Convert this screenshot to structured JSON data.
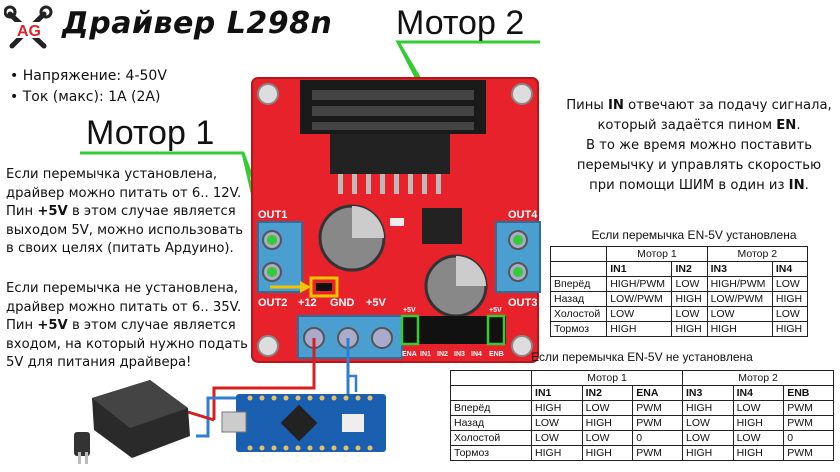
{
  "logo": {
    "text": "AG"
  },
  "title": "Драйвер L298n",
  "specs": [
    "Напряжение: 4-50V",
    "Ток (макс): 1А (2А)"
  ],
  "motor1_label": "Мотор 1",
  "motor2_label": "Мотор 2",
  "note_jumper_on": {
    "line1": "Если перемычка установлена,",
    "line2": "драйвер можно питать от 6.. 12V.",
    "line3_a": "Пин ",
    "line3_b": "+5V",
    "line3_c": " в этом случае является",
    "line4": "выходом 5V, можно использовать",
    "line5": "в своих целях (питать Ардуино)."
  },
  "note_jumper_off": {
    "line1": "Если перемычка не установлена,",
    "line2": "драйвер можно питать от 6.. 35V.",
    "line3_a": "Пин ",
    "line3_b": "+5V",
    "line3_c": " в этом случае является",
    "line4": "входом, на который нужно подать",
    "line5": "5V для питания драйвера!"
  },
  "pins_note": {
    "l1_a": "Пины ",
    "l1_b": "IN",
    "l1_c": " отвечают за подачу сигнала,",
    "l2_a": "который задаётся пином ",
    "l2_b": "EN",
    "l2_c": ".",
    "l3": "В то же время можно поставить",
    "l4": "перемычку и управлять скоростью",
    "l5_a": "при помощи ШИМ в один из ",
    "l5_b": "IN",
    "l5_c": "."
  },
  "board_labels": {
    "out1": "OUT1",
    "out2": "OUT2",
    "out3": "OUT3",
    "out4": "OUT4",
    "v12": "+12",
    "gnd": "GND",
    "v5": "+5V",
    "ena": "ENA",
    "in1": "IN1",
    "in2": "IN2",
    "in3": "IN3",
    "in4": "IN4",
    "enb": "ENB",
    "ena_5v": "+5V",
    "enb_5v": "+5V"
  },
  "table1": {
    "caption": "Если перемычка EN-5V установлена",
    "group_headers": [
      "Мотор 1",
      "Мотор 2"
    ],
    "col_headers": [
      "IN1",
      "IN2",
      "IN3",
      "IN4"
    ],
    "rows": [
      {
        "label": "Вперёд",
        "cells": [
          "HIGH/PWM",
          "LOW",
          "HIGH/PWM",
          "LOW"
        ]
      },
      {
        "label": "Назад",
        "cells": [
          "LOW/PWM",
          "HIGH",
          "LOW/PWM",
          "HIGH"
        ]
      },
      {
        "label": "Холостой",
        "cells": [
          "LOW",
          "LOW",
          "LOW",
          "LOW"
        ]
      },
      {
        "label": "Тормоз",
        "cells": [
          "HIGH",
          "HIGH",
          "HIGH",
          "HIGH"
        ]
      }
    ]
  },
  "table2": {
    "caption": "Если перемычка EN-5V не установлена",
    "group_headers": [
      "Мотор 1",
      "Мотор 2"
    ],
    "col_headers": [
      "IN1",
      "IN2",
      "ENA",
      "IN3",
      "IN4",
      "ENB"
    ],
    "rows": [
      {
        "label": "Вперёд",
        "cells": [
          "HIGH",
          "LOW",
          "PWM",
          "HIGH",
          "LOW",
          "PWM"
        ]
      },
      {
        "label": "Назад",
        "cells": [
          "LOW",
          "HIGH",
          "PWM",
          "LOW",
          "HIGH",
          "PWM"
        ]
      },
      {
        "label": "Холостой",
        "cells": [
          "LOW",
          "LOW",
          "0",
          "LOW",
          "LOW",
          "0"
        ]
      },
      {
        "label": "Тормоз",
        "cells": [
          "HIGH",
          "HIGH",
          "PWM",
          "HIGH",
          "HIGH",
          "PWM"
        ]
      }
    ]
  },
  "colors": {
    "board": "#e8222a",
    "board_dark": "#b5161c",
    "terminal": "#4a9fd0",
    "wire_green": "#33cc33",
    "jumper": "#f5c400",
    "wire_red": "#d81e1e",
    "wire_blue": "#2f7fd0",
    "arduino": "#1b5fb0"
  }
}
